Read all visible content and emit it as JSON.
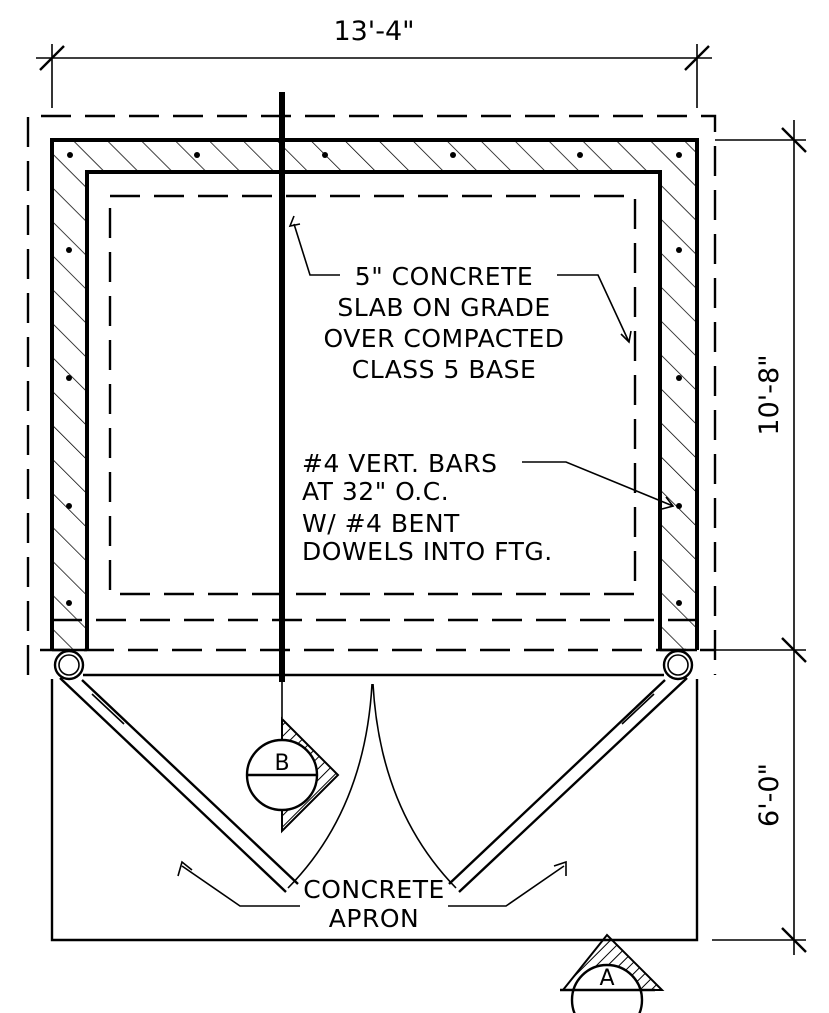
{
  "dimensions": {
    "width": "13'-4\"",
    "depth_slab": "10'-8\"",
    "depth_apron": "6'-0\""
  },
  "notes": {
    "slab": [
      "5\" CONCRETE",
      "SLAB ON GRADE",
      "OVER COMPACTED",
      "CLASS 5 BASE"
    ],
    "rebar": [
      "#4 VERT. BARS",
      "AT 32\" O.C.",
      "W/ #4 BENT",
      "DOWELS INTO FTG."
    ],
    "apron": [
      "CONCRETE",
      "APRON"
    ]
  },
  "section_markers": {
    "b": "B",
    "a": "A"
  }
}
